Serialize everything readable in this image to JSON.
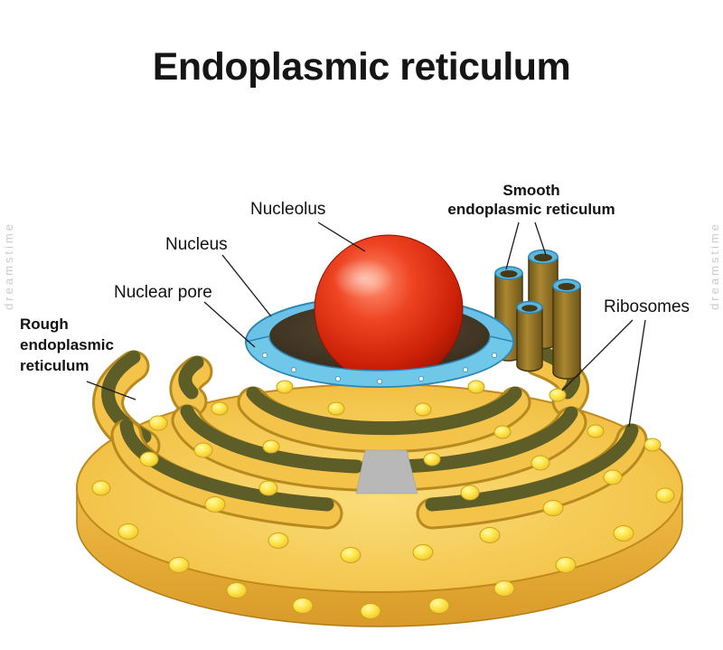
{
  "title": "Endoplasmic reticulum",
  "watermark_left": "dreamstime",
  "watermark_right": "dreamstime",
  "labels": {
    "nucleolus": "Nucleolus",
    "nucleus": "Nucleus",
    "nuclear_pore": "Nuclear pore",
    "smooth_er_line1": "Smooth",
    "smooth_er_line2": "endoplasmic reticulum",
    "ribosomes": "Ribosomes",
    "rough_er_line1": "Rough",
    "rough_er_line2": "endoplasmic",
    "rough_er_line3": "reticulum"
  },
  "colors": {
    "gold": "#f3c449",
    "gold_light": "#fadd7a",
    "olive_membrane": "#5d5d27",
    "ribosome_yellow": "#ffe84e",
    "nucleolus_red": "#d42b10",
    "nuclear_envelope_blue": "#6ac3e6",
    "nucleus_interior_brown": "#4a3c28",
    "smooth_er_tube_brown": "#8a6b24",
    "background": "#ffffff"
  }
}
